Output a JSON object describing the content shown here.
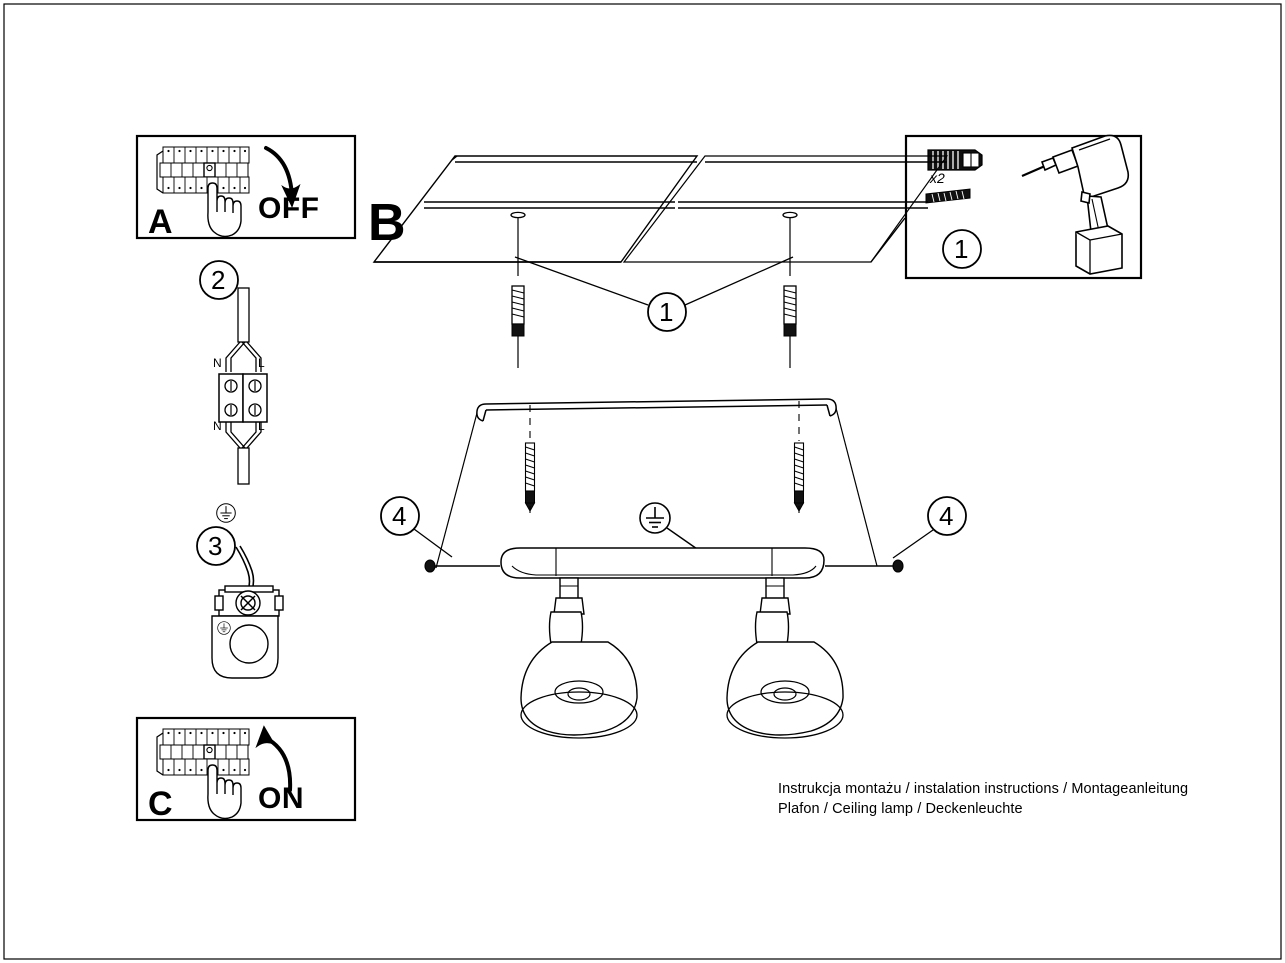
{
  "document": {
    "title": "Plafon / Ceiling lamp / Deckenleuchte",
    "type": "installation-instructions",
    "footer": {
      "line1": "Instrukcja montażu / instalation instructions / Montageanleitung",
      "line2": "Plafon / Ceiling lamp / Deckenleuchte"
    },
    "line_color": "#000000",
    "background_color": "#ffffff"
  },
  "panels": {
    "a": {
      "letter": "A",
      "action_label": "OFF",
      "description": "Turn the circuit breaker off",
      "icons": {
        "breaker": "circuit-breaker-panel",
        "hand": "pointing-hand",
        "arrow": "curved-arrow-down"
      }
    },
    "c": {
      "letter": "C",
      "action_label": "ON",
      "description": "Turn the circuit breaker back on",
      "icons": {
        "breaker": "circuit-breaker-panel",
        "hand": "pointing-hand",
        "arrow": "curved-arrow-up"
      }
    },
    "b": {
      "letter": "B",
      "description": "Mount the ceiling lamp"
    },
    "parts": {
      "number": "1",
      "quantity_label": "x2",
      "items": [
        "wall-plug-anchor",
        "mounting-screw",
        "power-drill"
      ]
    }
  },
  "steps": [
    {
      "number": "2",
      "name": "terminal-block-wiring",
      "terminal_labels": {
        "top_left": "N",
        "top_right": "L",
        "bottom_left": "N",
        "bottom_right": "L"
      }
    },
    {
      "number": "3",
      "name": "earth-connection",
      "symbol": "earth-ground-symbol"
    }
  ],
  "callouts": [
    {
      "number": "1",
      "name": "ceiling-anchor-callout"
    },
    {
      "number": "4",
      "name": "left-set-screw-callout"
    },
    {
      "number": "4",
      "name": "right-set-screw-callout"
    }
  ],
  "fixture": {
    "name": "two-head-ceiling-spot-lamp",
    "head_count": 2,
    "ground_symbol": "earth-ground-symbol"
  }
}
